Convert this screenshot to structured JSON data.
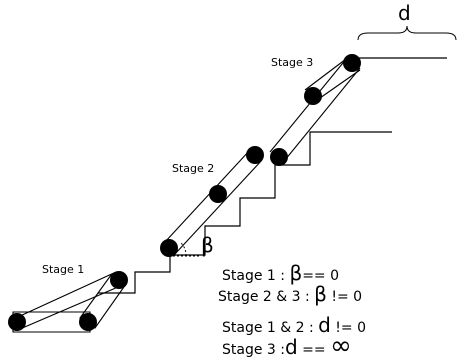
{
  "stage_labels": {
    "stage1": "Stage 1",
    "stage2": "Stage 2",
    "stage3": "Stage 3"
  },
  "distance_label": "d",
  "angle_label": "β",
  "equations": {
    "line1": {
      "prefix": "Stage 1 : ",
      "symbol": "β",
      "suffix": "== 0"
    },
    "line2": {
      "prefix": "Stage 2 & 3 : ",
      "symbol": "β",
      "suffix": " != 0"
    },
    "line3": {
      "prefix": "Stage 1 & 2 : ",
      "symbol": "d",
      "suffix": " != 0"
    },
    "line4": {
      "prefix": "Stage 3 :",
      "symbol": "d",
      "suffix": " == ",
      "tail": "∞"
    }
  }
}
